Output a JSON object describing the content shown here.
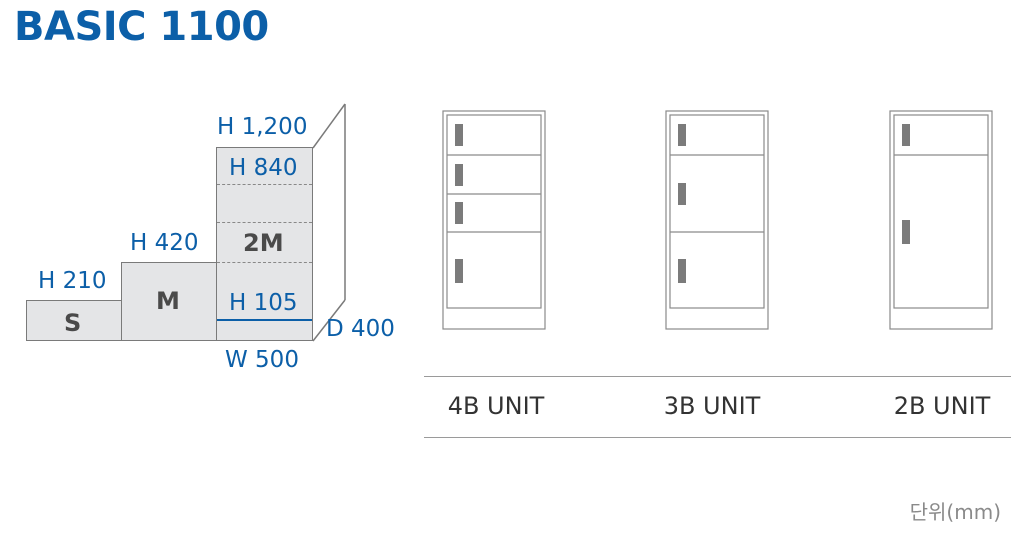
{
  "title": "BASIC 1100",
  "dimensions": {
    "h1200": "H 1,200",
    "h840": "H 840",
    "h420": "H 420",
    "h210": "H 210",
    "h105": "H 105",
    "w500": "W 500",
    "d400": "D 400"
  },
  "modules": {
    "s": "S",
    "m": "M",
    "m2": "2M"
  },
  "units": [
    {
      "label": "4B UNIT"
    },
    {
      "label": "3B UNIT"
    },
    {
      "label": "2B UNIT"
    }
  ],
  "unit_note": "단위(mm)",
  "colors": {
    "accent": "#0c5fa8",
    "box_fill": "#e4e5e7",
    "stroke": "#7a7a7a",
    "handle": "#7b7b7b"
  }
}
